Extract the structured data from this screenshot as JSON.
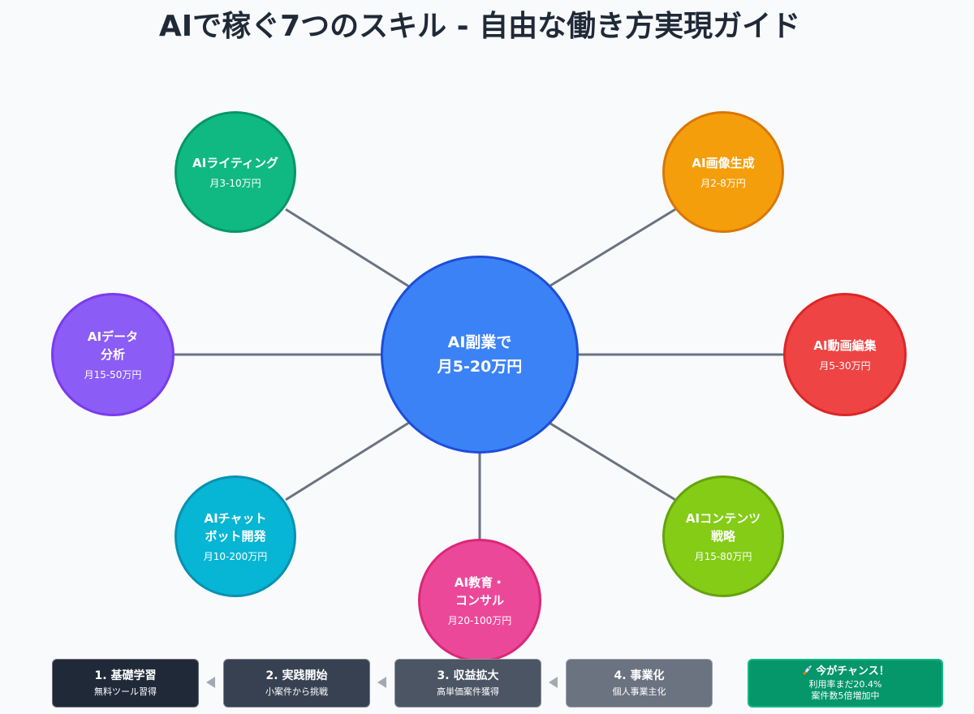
{
  "title": "AIで稼ぐ7つのスキル - 自由な働き方実現ガイド",
  "center": {
    "line1": "AI副業で",
    "line2": "月5-20万円",
    "fill": "#3b82f6",
    "stroke": "#1d4ed8"
  },
  "skills": [
    {
      "name": "AIライティング",
      "income": "月3-10万円",
      "fill": "#10b981",
      "stroke": "#059669"
    },
    {
      "name": "AI画像生成",
      "income": "月2-8万円",
      "fill": "#f59e0b",
      "stroke": "#d97706"
    },
    {
      "name": "AI動画編集",
      "income": "月5-30万円",
      "fill": "#ef4444",
      "stroke": "#dc2626"
    },
    {
      "name": "AIコンテンツ\n戦略",
      "income": "月15-80万円",
      "fill": "#84cc16",
      "stroke": "#65a30d"
    },
    {
      "name": "AI教育・\nコンサル",
      "income": "月20-100万円",
      "fill": "#ec4899",
      "stroke": "#db2777"
    },
    {
      "name": "AIチャット\nボット開発",
      "income": "月10-200万円",
      "fill": "#06b6d4",
      "stroke": "#0891b2"
    },
    {
      "name": "AIデータ\n分析",
      "income": "月15-50万円",
      "fill": "#8b5cf6",
      "stroke": "#7c3aed"
    }
  ],
  "steps": [
    {
      "title": "1. 基礎学習",
      "desc": "無料ツール習得",
      "fill": "#1f2937"
    },
    {
      "title": "2. 実践開始",
      "desc": "小案件から挑戦",
      "fill": "#374151"
    },
    {
      "title": "3. 収益拡大",
      "desc": "高単価案件獲得",
      "fill": "#4b5563"
    },
    {
      "title": "4. 事業化",
      "desc": "個人事業主化",
      "fill": "#6b7280"
    }
  ],
  "chance": {
    "icon": "rocket-icon",
    "title": "今がチャンス！",
    "line1": "利用率まだ20.4%",
    "line2": "案件数5倍増加中"
  },
  "colors": {
    "connector": "#6b7280",
    "arrow": "#a3a9b3",
    "background": "#f8fafc"
  }
}
